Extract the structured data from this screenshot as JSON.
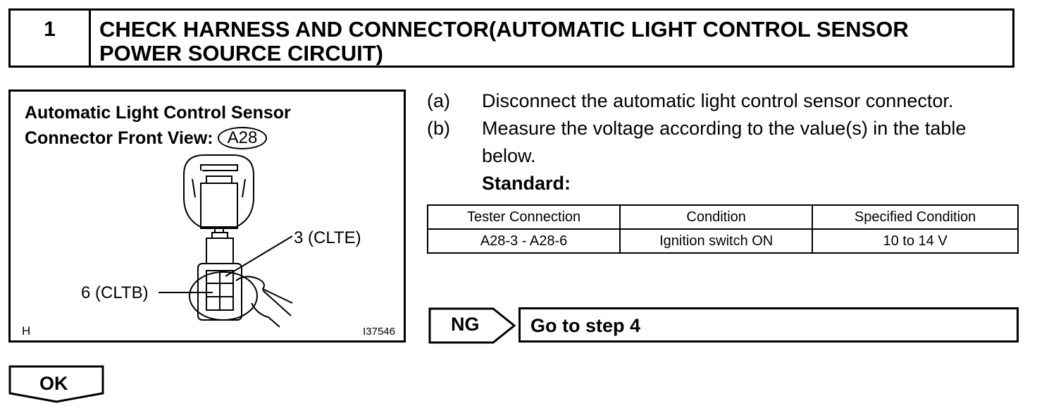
{
  "step": {
    "number": "1",
    "title_line1": "CHECK HARNESS AND CONNECTOR(AUTOMATIC LIGHT CONTROL SENSOR",
    "title_line2": "POWER SOURCE CIRCUIT)"
  },
  "figure": {
    "caption_line1": "Automatic Light Control Sensor",
    "caption_line2": "Connector Front View:",
    "connector_id": "A28",
    "pin_top_label": "3 (CLTE)",
    "pin_bottom_label": "6 (CLTB)",
    "corner_letter": "H",
    "figure_code": "I37546"
  },
  "instructions": [
    {
      "mark": "(a)",
      "text": "Disconnect the automatic light control sensor connector."
    },
    {
      "mark": "(b)",
      "text": "Measure the voltage according to the value(s) in the table below."
    }
  ],
  "standard_label": "Standard:",
  "table": {
    "headers": [
      "Tester Connection",
      "Condition",
      "Specified Condition"
    ],
    "rows": [
      [
        "A28-3 - A28-6",
        "Ignition switch ON",
        "10 to 14 V"
      ]
    ]
  },
  "ng": {
    "label": "NG",
    "action": "Go to step 4"
  },
  "ok": {
    "label": "OK"
  }
}
